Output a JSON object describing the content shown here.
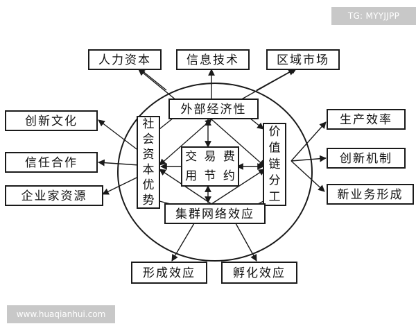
{
  "watermarks": {
    "top": "TG: MYYJJPP",
    "bottom": "www.huaqianhui.com"
  },
  "colors": {
    "line": "#1a1a1a",
    "background": "#ffffff",
    "watermark_bg": "#c8c8c8"
  },
  "nodes": [
    {
      "id": "n-human",
      "text": "人力资本"
    },
    {
      "id": "n-info",
      "text": "信息技术"
    },
    {
      "id": "n-region",
      "text": "区域市场"
    },
    {
      "id": "n-innov-culture",
      "text": "创新文化"
    },
    {
      "id": "n-trust",
      "text": "信任合作"
    },
    {
      "id": "n-entre",
      "text": "企业家资源"
    },
    {
      "id": "n-prod",
      "text": "生产效率"
    },
    {
      "id": "n-innov-mech",
      "text": "创新机制"
    },
    {
      "id": "n-newbiz",
      "text": "新业务形成"
    },
    {
      "id": "n-external",
      "text": "外部经济性"
    },
    {
      "id": "n-social",
      "text": "社会资本优势"
    },
    {
      "id": "n-trans",
      "text": "交易费用节约"
    },
    {
      "id": "n-value",
      "text": "价值链分工"
    },
    {
      "id": "n-network",
      "text": "集群网络效应"
    },
    {
      "id": "n-formation",
      "text": "形成效应"
    },
    {
      "id": "n-incubation",
      "text": "孵化效应"
    }
  ]
}
